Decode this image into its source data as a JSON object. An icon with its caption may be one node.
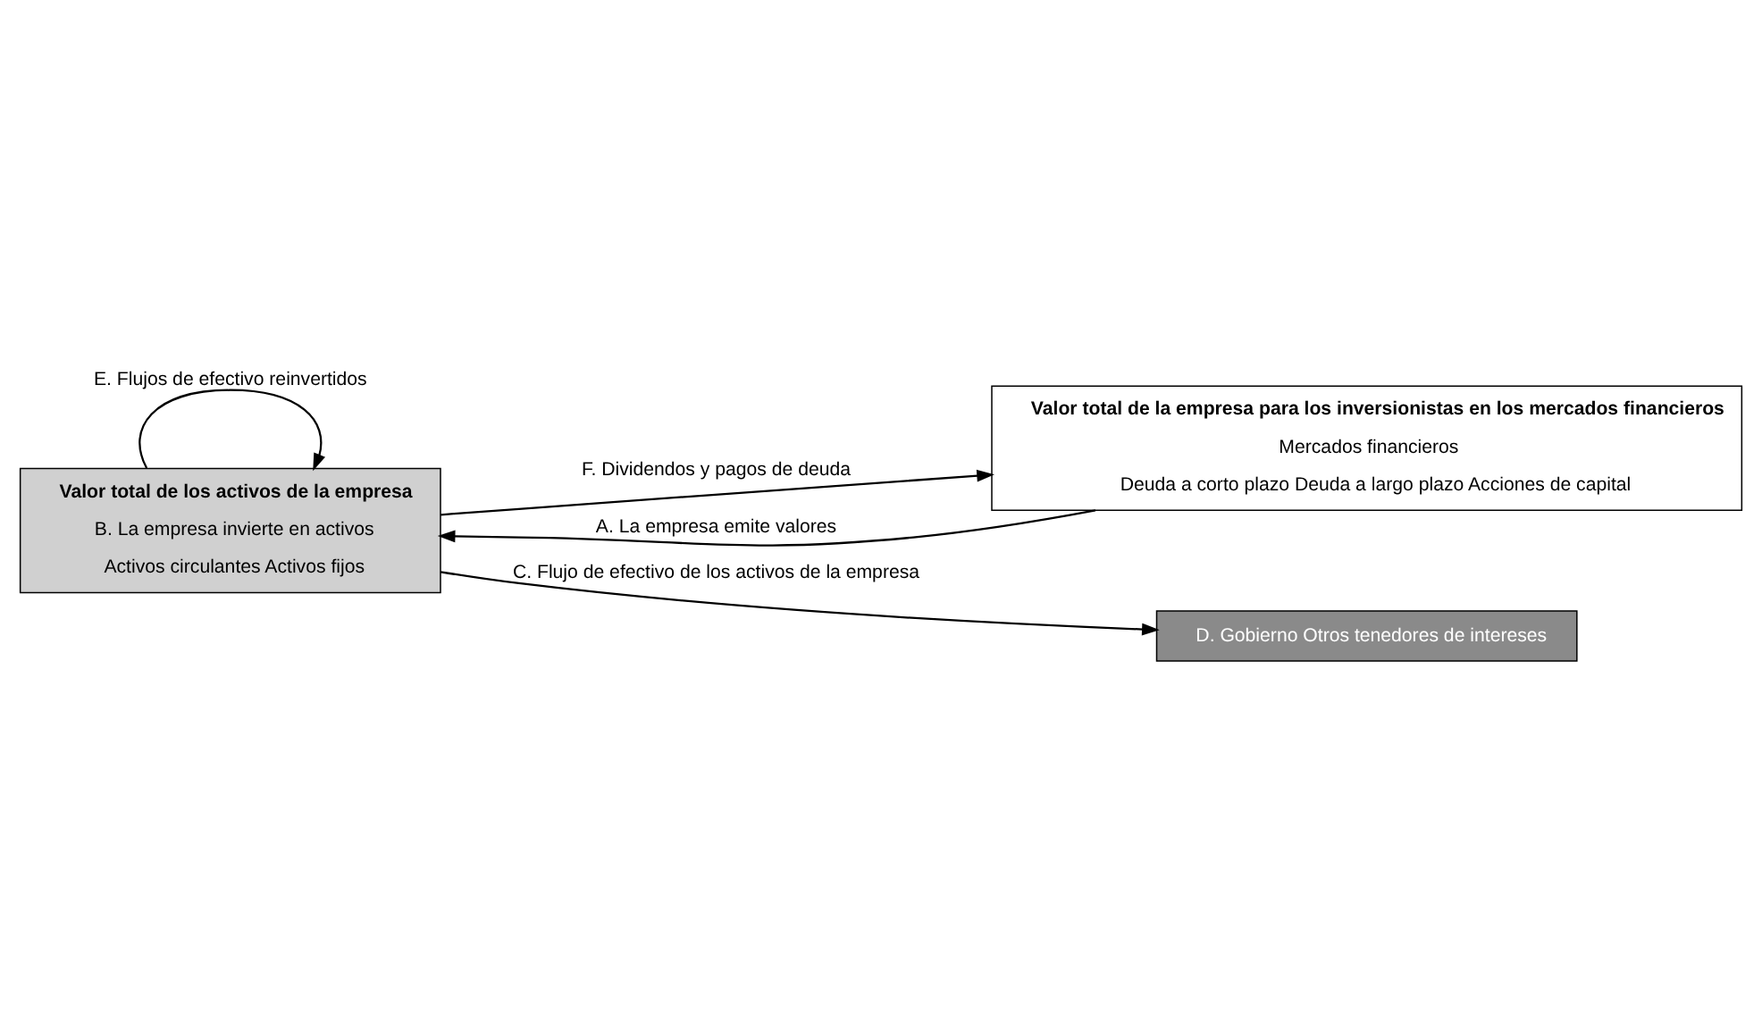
{
  "diagram": {
    "nodes": [
      {
        "text": [
          "Valor total de los activos de la empresa",
          "B. La empresa invierte en activos",
          "Activos circulantes Activos fijos"
        ]
      },
      {
        "text": [
          "Valor total de la empresa para los inversionistas en los mercados financieros",
          "Mercados financieros",
          "Deuda a corto plazo Deuda a largo plazo Acciones de capital"
        ]
      },
      {
        "text": [
          "D. Gobierno Otros tenedores de intereses"
        ]
      }
    ],
    "edges": [
      {
        "from": 1,
        "to": 0,
        "arrow": "to",
        "label": "A. La empresa emite valores"
      },
      {
        "from": 0,
        "to": 0,
        "arrow": "to",
        "label": "E. Flujos de efectivo reinvertidos"
      },
      {
        "from": 0,
        "to": 2,
        "arrow": "to",
        "label": "C. Flujo de efectivo de los activos de la empresa"
      },
      {
        "from": 0,
        "to": 1,
        "arrow": "to",
        "label": "F. Dividendos y pagos de deuda"
      }
    ]
  }
}
